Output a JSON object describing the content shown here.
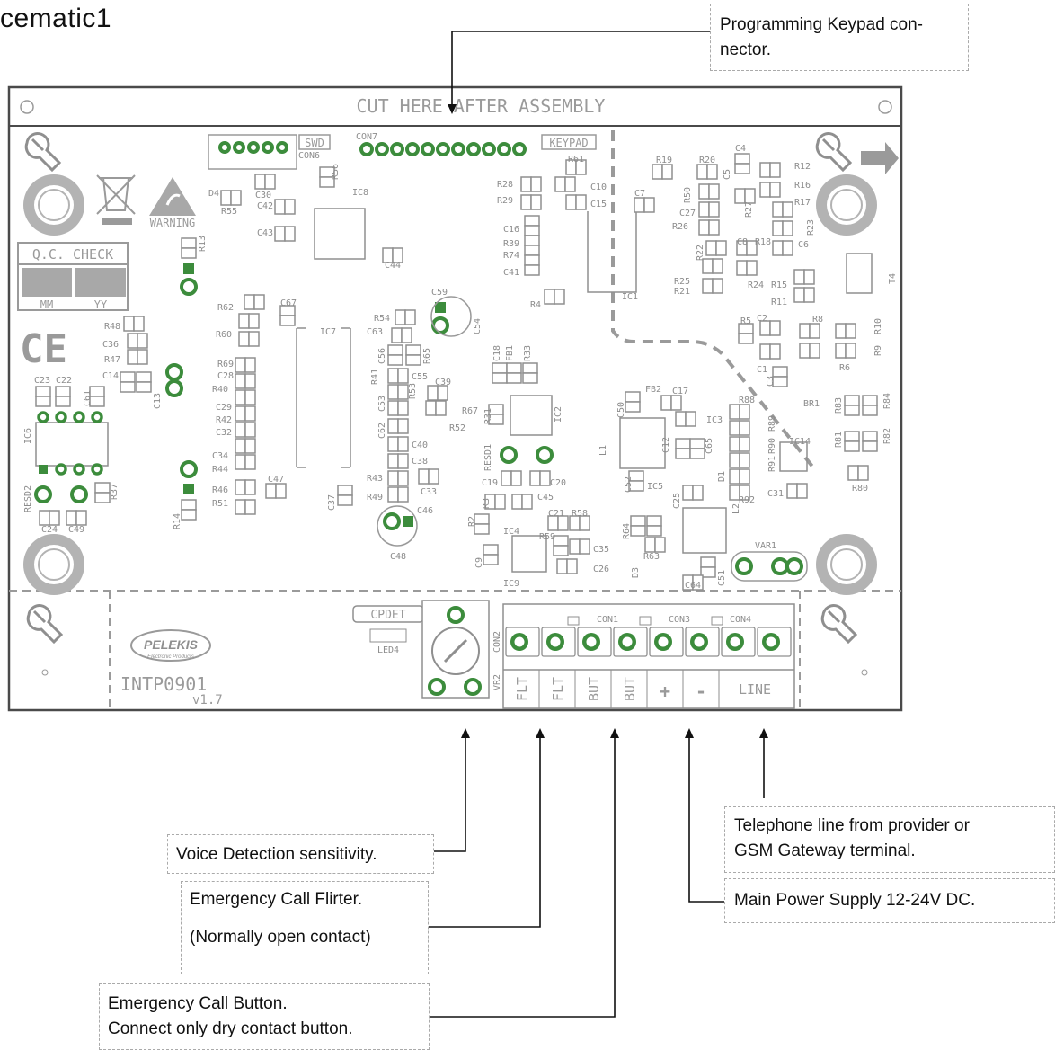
{
  "title": "cematic1",
  "board": {
    "cut_text": "CUT HERE AFTER ASSEMBLY",
    "qc_check": "Q.C. CHECK",
    "qc_mm": "MM",
    "qc_yy": "YY",
    "warning": "WARNING",
    "ce_mark": "CE",
    "swd": "SWD",
    "keypad": "KEYPAD",
    "cpdet": "CPDET",
    "led4": "LED4",
    "brand": "PELEKIS",
    "brand_sub": "Electronic Products",
    "model": "INTP0901",
    "version": "v1.7",
    "con_labels": [
      "CON1",
      "CON3",
      "CON4"
    ],
    "terminal_labels": [
      "FLT",
      "FLT",
      "BUT",
      "BUT",
      "+",
      "-",
      "LINE"
    ],
    "components": [
      "R19",
      "R20",
      "C4",
      "R12",
      "R16",
      "R17",
      "R23",
      "C5",
      "R50",
      "C27",
      "R26",
      "R27",
      "C8",
      "R18",
      "C6",
      "R22",
      "R25",
      "R21",
      "R24",
      "R15",
      "R11",
      "T4",
      "R5",
      "C2",
      "R8",
      "R10",
      "R9",
      "R6",
      "C1",
      "C3",
      "BR1",
      "R88",
      "R89",
      "R90",
      "R91",
      "R92",
      "C31",
      "IC14",
      "R83",
      "R84",
      "R81",
      "R82",
      "R80",
      "C7",
      "IC1",
      "R4",
      "R61",
      "R28",
      "C10",
      "R29",
      "C15",
      "C16",
      "R39",
      "R74",
      "C41",
      "CON7",
      "CON6",
      "D4",
      "C30",
      "R55",
      "R56",
      "IC8",
      "C42",
      "C43",
      "C44",
      "R13",
      "R62",
      "C67",
      "R48",
      "C36",
      "R47",
      "C14",
      "C13",
      "C23",
      "C22",
      "C61",
      "IC6",
      "RESD2",
      "R37",
      "C24",
      "C49",
      "R14",
      "C59",
      "C54",
      "R54",
      "C63",
      "C56",
      "R65",
      "C55",
      "R41",
      "R53",
      "C39",
      "R67",
      "C53",
      "R52",
      "C62",
      "C40",
      "C38",
      "R43",
      "C33",
      "R49",
      "C46",
      "C48",
      "IC7",
      "C18",
      "FB1",
      "R33",
      "R31",
      "IC2",
      "RESD1",
      "C19",
      "C20",
      "C45",
      "R3",
      "R2",
      "C21",
      "R58",
      "IC4",
      "R59",
      "C35",
      "C26",
      "C9",
      "IC9",
      "C50",
      "FB2",
      "C17",
      "IC3",
      "C65",
      "C12",
      "L1",
      "C52",
      "IC5",
      "D1",
      "C25",
      "L2",
      "R64",
      "R63",
      "D3",
      "C64",
      "C51",
      "VAR1",
      "C47",
      "R51",
      "R46",
      "R44",
      "C34",
      "C32",
      "R42",
      "C29",
      "R40",
      "C28",
      "R69",
      "R60",
      "C37",
      "R14",
      "VR2",
      "CON2"
    ]
  },
  "callouts": {
    "keypad_connector": [
      "Programming Keypad con-",
      "nector."
    ],
    "voice_detection": [
      "Voice Detection sensitivity."
    ],
    "emergency_flirter": [
      "Emergency Call Flirter.",
      "(Normally open contact)"
    ],
    "emergency_button": [
      "Emergency Call Button.",
      "Connect only dry contact button."
    ],
    "telephone_line": [
      "Telephone line from provider or",
      "GSM Gateway terminal."
    ],
    "main_power": [
      "Main Power Supply 12-24V DC."
    ]
  },
  "colors": {
    "board_outline": "#4a4a4a",
    "silkscreen": "#9a9a9a",
    "pad_green": "#3c8c3c",
    "callout_border": "#aaaaaa"
  }
}
